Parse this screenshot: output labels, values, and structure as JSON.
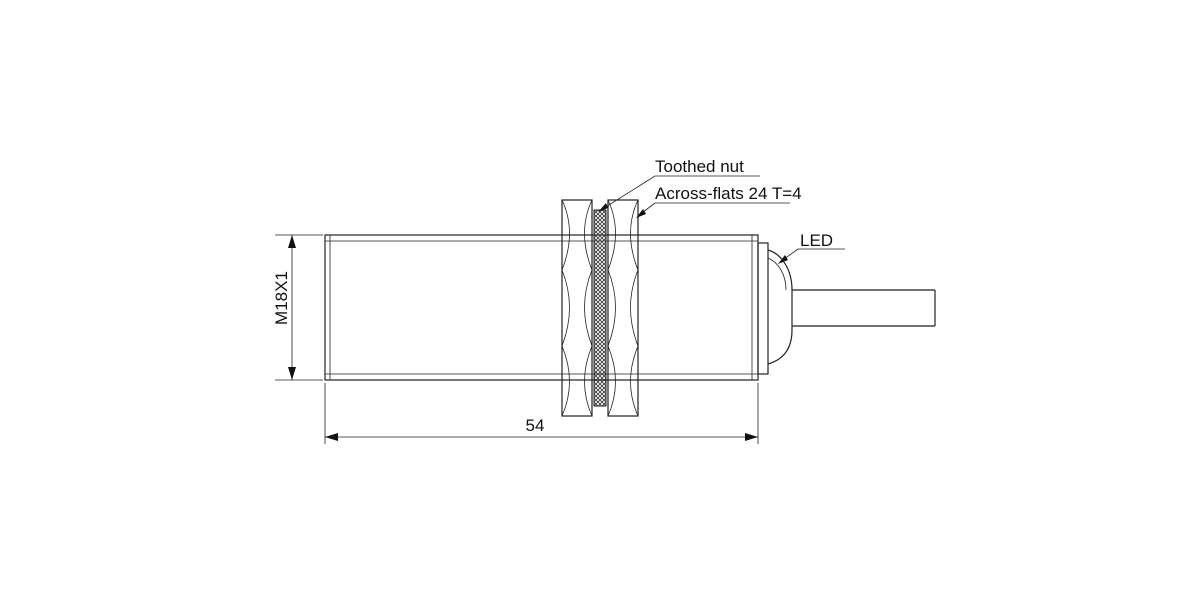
{
  "labels": {
    "toothed_nut": "Toothed nut",
    "across_flats": "Across-flats 24 T=4",
    "led": "LED",
    "thread": "M18X1",
    "length": "54"
  }
}
